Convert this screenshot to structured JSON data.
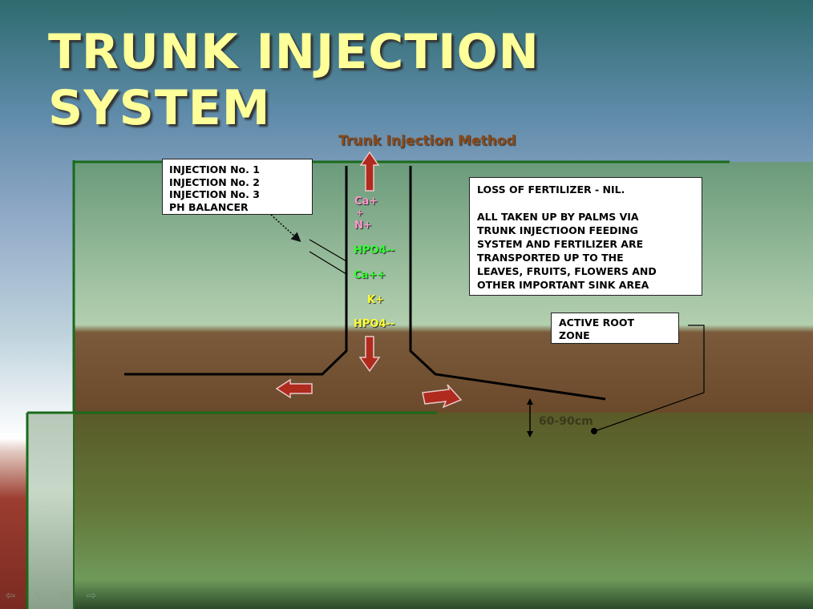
{
  "slide": {
    "title_line1": "TRUNK INJECTION",
    "title_line2": "SYSTEM",
    "subtitle": "Trunk Injection Method"
  },
  "injection_box": {
    "lines": [
      "INJECTION No. 1",
      "INJECTION No. 2",
      "INJECTION No. 3",
      "PH BALANCER"
    ]
  },
  "nutrients": {
    "ca_plus_1": "Ca+",
    "ca_plus_2": "+",
    "n_plus": "N+",
    "hpo4_top": "HPO4--",
    "ca_plus_plus": "Ca++",
    "k_plus": "K+",
    "hpo4_bottom": "HPO4--"
  },
  "loss_box": {
    "line1": "LOSS OF FERTILIZER  - NIL.",
    "line2": "ALL TAKEN UP BY PALMS VIA",
    "line3": "TRUNK INJECTIOON FEEDING",
    "line4": "SYSTEM AND FERTILIZER ARE",
    "line5": "TRANSPORTED UP TO THE",
    "line6": "LEAVES, FRUITS, FLOWERS AND",
    "line7": "OTHER IMPORTANT SINK AREA"
  },
  "root_box": {
    "line1": "ACTIVE ROOT",
    "line2": "ZONE"
  },
  "depth_label": "60-90cm",
  "colors": {
    "title": "#ffff99",
    "subtitle": "#8a4a1a",
    "arrow_red": "#b02a1e",
    "nutrient_pink": "#ff99cc",
    "nutrient_green": "#33ff33",
    "nutrient_yellow": "#ffff33",
    "border_green": "#1a6a1a"
  },
  "nav_icons": [
    "back-arrow-icon",
    "pen-icon",
    "menu-icon",
    "forward-arrow-icon"
  ]
}
